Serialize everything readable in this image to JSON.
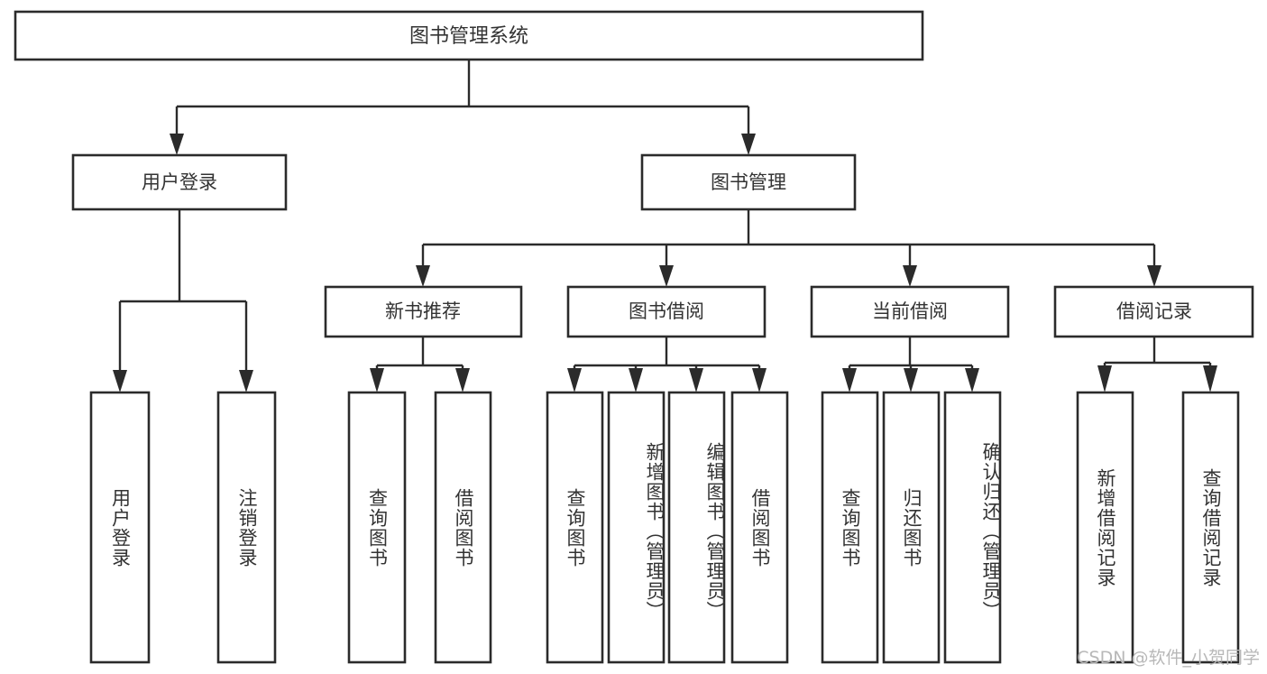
{
  "diagram": {
    "title": "图书管理系统",
    "type": "tree-hierarchy-chart",
    "root": {
      "id": "root",
      "label": "图书管理系统",
      "orientation": "horizontal"
    },
    "level1": [
      {
        "id": "user-login",
        "label": "用户登录",
        "orientation": "horizontal"
      },
      {
        "id": "book-management",
        "label": "图书管理",
        "orientation": "horizontal"
      }
    ],
    "level2": [
      {
        "id": "new-book-recommend",
        "label": "新书推荐",
        "orientation": "horizontal",
        "parent": "book-management"
      },
      {
        "id": "book-borrow",
        "label": "图书借阅",
        "orientation": "horizontal",
        "parent": "book-management"
      },
      {
        "id": "current-borrow",
        "label": "当前借阅",
        "orientation": "horizontal",
        "parent": "book-management"
      },
      {
        "id": "borrow-record",
        "label": "借阅记录",
        "orientation": "horizontal",
        "parent": "book-management"
      }
    ],
    "leaves": [
      {
        "id": "leaf-user-login",
        "label": "用户登录",
        "parent": "user-login"
      },
      {
        "id": "leaf-logout-login",
        "label": "注销登录",
        "parent": "user-login"
      },
      {
        "id": "leaf-query-book-1",
        "label": "查询图书",
        "parent": "new-book-recommend"
      },
      {
        "id": "leaf-borrow-book-1",
        "label": "借阅图书",
        "parent": "new-book-recommend"
      },
      {
        "id": "leaf-query-book-2",
        "label": "查询图书",
        "parent": "book-borrow"
      },
      {
        "id": "leaf-add-book",
        "label": "新增图书（管理员）",
        "parent": "book-borrow"
      },
      {
        "id": "leaf-edit-book",
        "label": "编辑图书（管理员）",
        "parent": "book-borrow"
      },
      {
        "id": "leaf-borrow-book-2",
        "label": "借阅图书",
        "parent": "book-borrow"
      },
      {
        "id": "leaf-query-book-3",
        "label": "查询图书",
        "parent": "current-borrow"
      },
      {
        "id": "leaf-return-book",
        "label": "归还图书",
        "parent": "current-borrow"
      },
      {
        "id": "leaf-confirm-return",
        "label": "确认归还（管理员）",
        "parent": "current-borrow"
      },
      {
        "id": "leaf-add-record",
        "label": "新增借阅记录",
        "parent": "borrow-record"
      },
      {
        "id": "leaf-query-record",
        "label": "查询借阅记录",
        "parent": "borrow-record"
      }
    ],
    "colors": {
      "box_stroke": "#2b2b2b",
      "box_fill": "#ffffff",
      "text": "#333333",
      "connector": "#2b2b2b",
      "watermark": "#b8b8b8",
      "background": "#ffffff"
    }
  },
  "watermark": {
    "text": "CSDN @软件_小贺同学"
  }
}
